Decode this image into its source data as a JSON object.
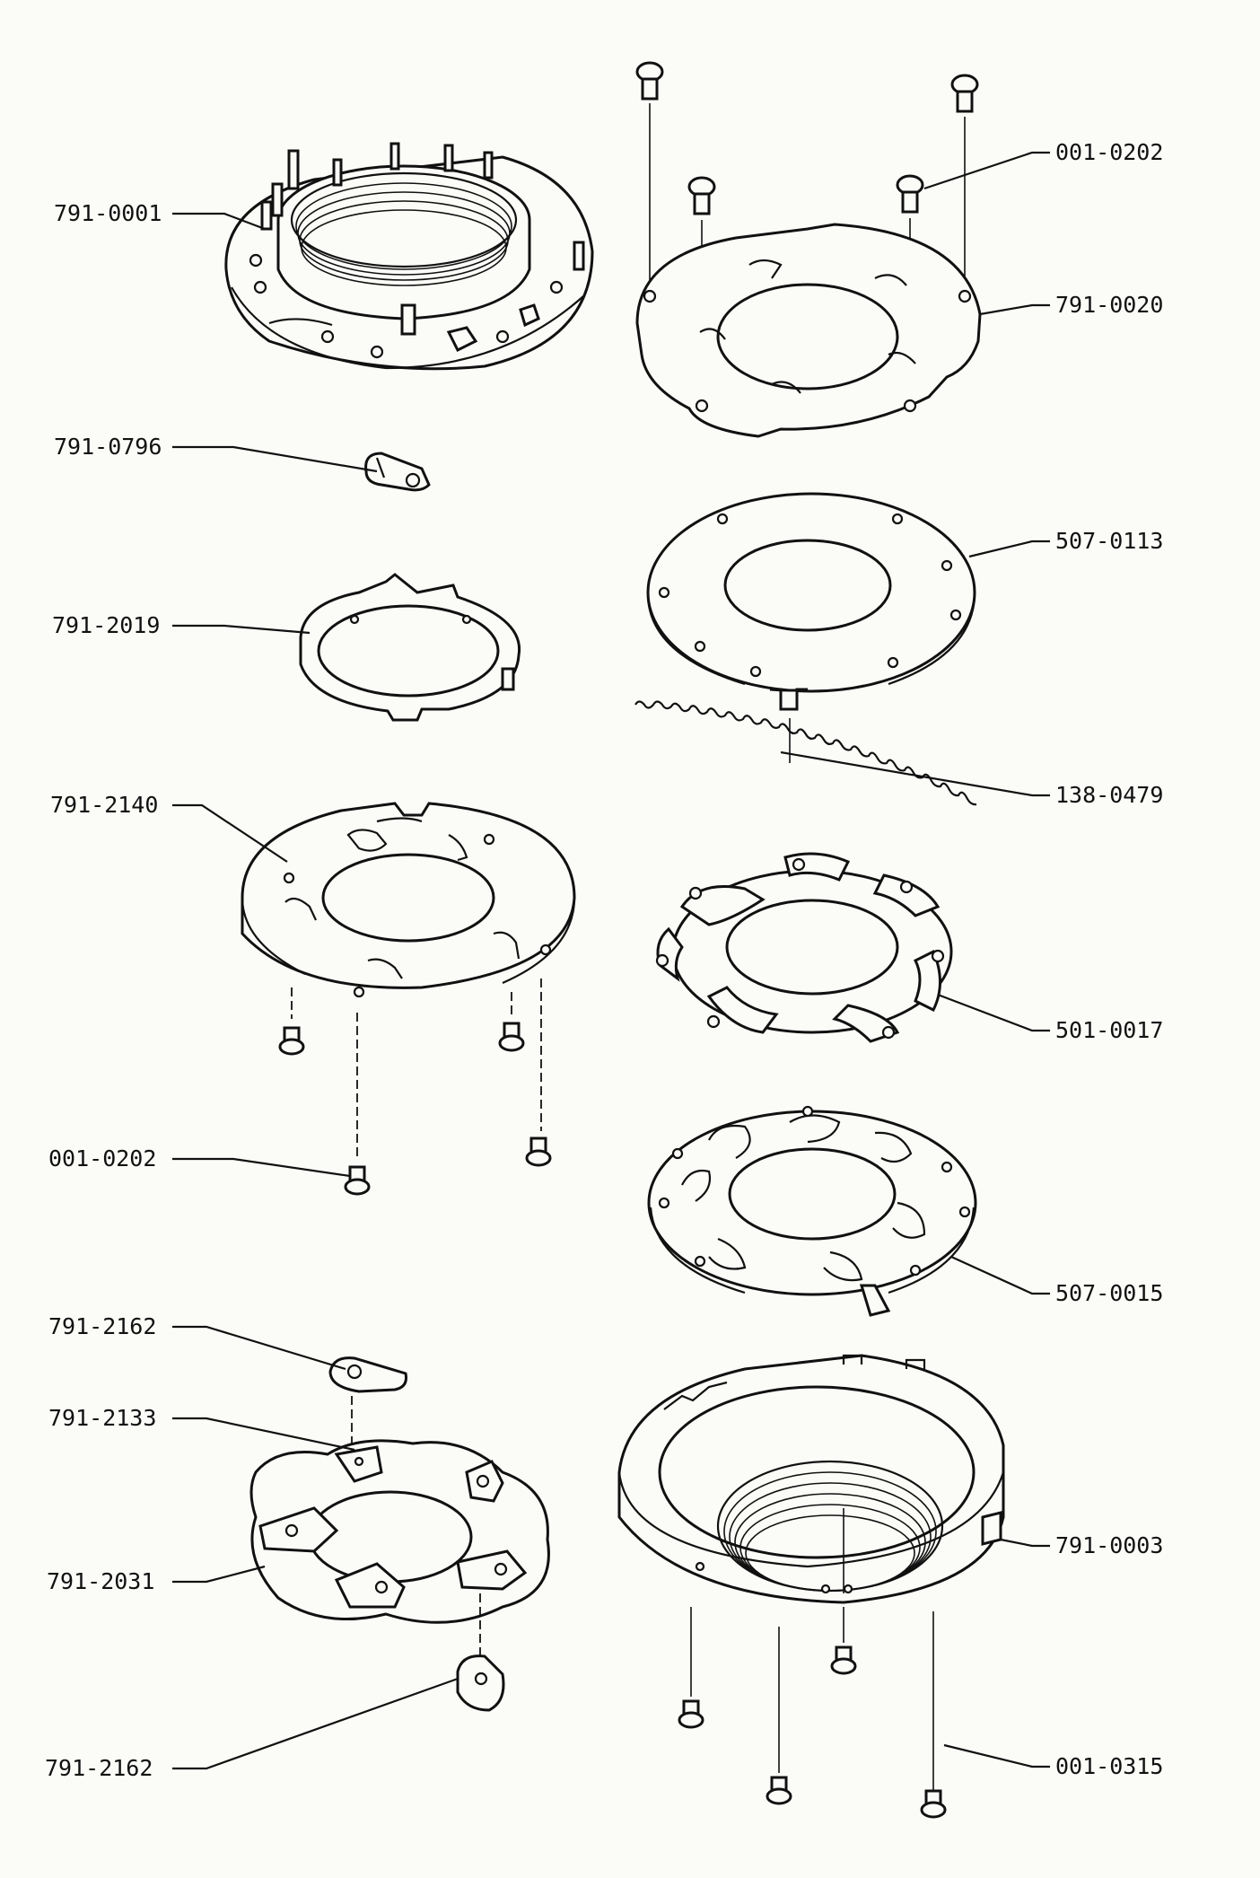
{
  "labels": {
    "p791_0001": "791-0001",
    "p791_0796": "791-0796",
    "p791_2019": "791-2019",
    "p791_2140": "791-2140",
    "p001_0202_left": "001-0202",
    "p791_2162_top": "791-2162",
    "p791_2133": "791-2133",
    "p791_2031": "791-2031",
    "p791_2162_bottom": "791-2162",
    "p001_0202_right": "001-0202",
    "p791_0020": "791-0020",
    "p507_0113": "507-0113",
    "p138_0479": "138-0479",
    "p501_0017": "501-0017",
    "p507_0015": "507-0015",
    "p791_0003": "791-0003",
    "p001_0315": "001-0315"
  },
  "colors": {
    "ink": "#111111",
    "paper": "#fbfbf8"
  }
}
